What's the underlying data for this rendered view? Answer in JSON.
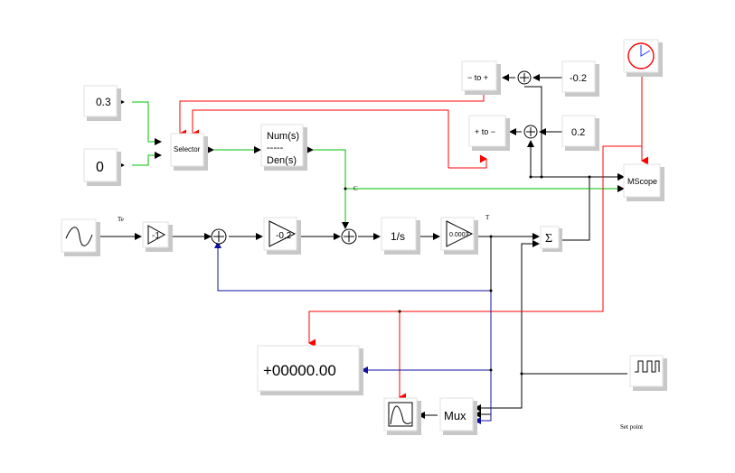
{
  "colors": {
    "black_link": "#000000",
    "green_link": "#00c000",
    "red_link": "#ff0000",
    "blue_link": "#1010a0",
    "block_shadow": "#c8c8c8",
    "block_edge": "#e2e2e2"
  },
  "blocks": {
    "const_a": "0.3",
    "const_b": "0",
    "selector": "Selector",
    "transfer_num": "Num(s)",
    "transfer_bar": "-----",
    "transfer_den": "Den(s)",
    "gain_neg": "-0.2",
    "integrator": "1/s",
    "gain_small": "0.0003",
    "minus_to_plus": "− to +",
    "plus_to_minus": "+ to −",
    "const_neg": "-0.2",
    "const_pos": "0.2",
    "mscope": "MScope",
    "display": "+00000.00",
    "mux": "Mux",
    "saturation": "-1"
  },
  "labels": {
    "te": "Te",
    "t": "T",
    "c": "C",
    "set_point": "Set point"
  }
}
